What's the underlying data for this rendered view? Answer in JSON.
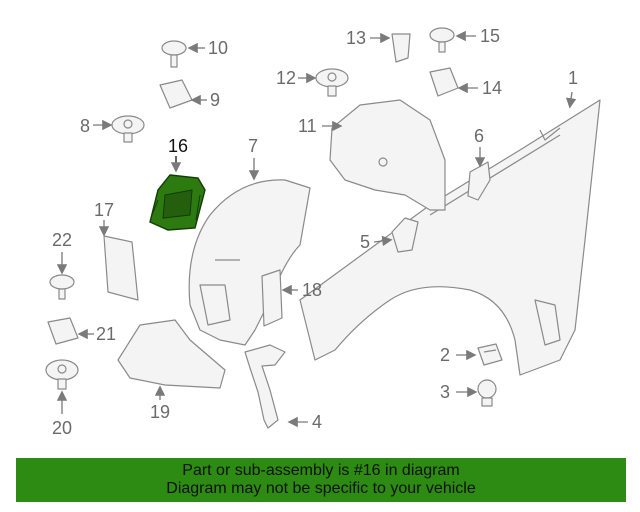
{
  "callouts": {
    "c1": "1",
    "c2": "2",
    "c3": "3",
    "c4": "4",
    "c5": "5",
    "c6": "6",
    "c7": "7",
    "c8": "8",
    "c9": "9",
    "c10": "10",
    "c11": "11",
    "c12": "12",
    "c13": "13",
    "c14": "14",
    "c15": "15",
    "c16": "16",
    "c17": "17",
    "c18": "18",
    "c19": "19",
    "c20": "20",
    "c21": "21",
    "c22": "22"
  },
  "highlight_color": "#2d7a10",
  "banner": {
    "line1": "Part or sub-assembly is #16 in diagram",
    "line2": "Diagram may not be specific to your vehicle",
    "background": "#2d8a12"
  }
}
